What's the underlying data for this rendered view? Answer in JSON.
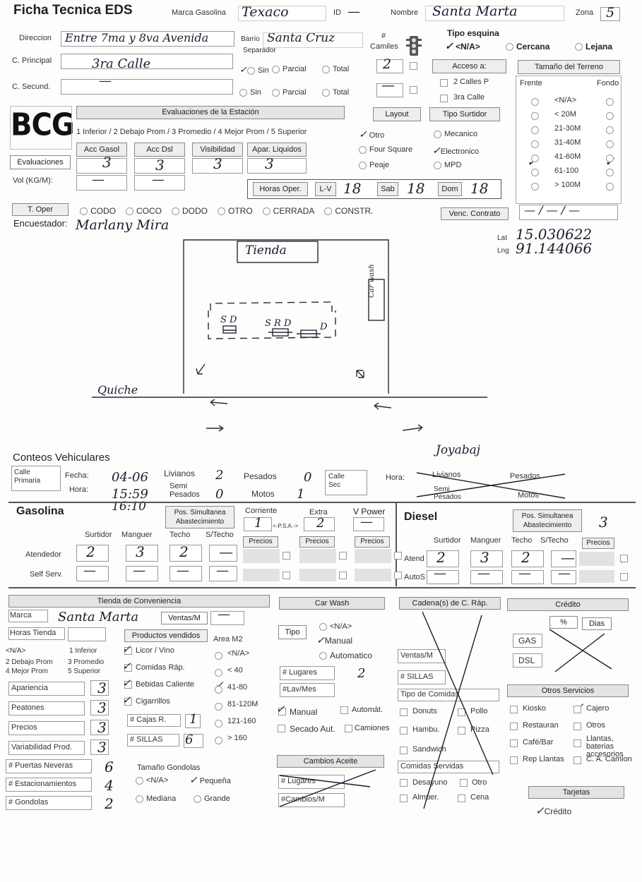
{
  "header": {
    "title": "Ficha Tecnica EDS",
    "marca_label": "Marca Gasolina",
    "marca_value": "Texaco",
    "id_label": "ID",
    "id_value": "—",
    "nombre_label": "Nombre",
    "nombre_value": "Santa Marta",
    "zona_label": "Zona",
    "zona_value": "5"
  },
  "location": {
    "direccion_label": "Direccion",
    "direccion_value": "Entre 7ma y 8va Avenida",
    "barrio_label": "Barrio",
    "barrio_value": "Santa Cruz",
    "principal_label": "C. Principal",
    "principal_value": "3ra Calle",
    "secund_label": "C. Secund.",
    "secund_value": "—",
    "separador_label": "Separador",
    "sep_sin": "Sin",
    "sep_parcial": "Parcial",
    "sep_total": "Total",
    "camiles_label_1": "#",
    "camiles_label_2": "Camiles",
    "camiles_1": "2",
    "camiles_2": "—"
  },
  "tipo_esquina": {
    "label": "Tipo esquina",
    "opt_na": "<N/A>",
    "opt_cercana": "Cercana",
    "opt_lejana": "Lejana"
  },
  "acceso": {
    "label": "Acceso a:",
    "opt1": "2 Calles P",
    "opt2": "3ra Calle"
  },
  "terreno": {
    "label": "Tamaño del Terreno",
    "frente": "Frente",
    "fondo": "Fondo",
    "options": [
      "<N/A>",
      "< 20M",
      "21-30M",
      "31-40M",
      "41-60M",
      "61-100",
      "> 100M"
    ]
  },
  "logo": {
    "text": "BCG"
  },
  "evaluaciones": {
    "header": "Evaluaciones de la Estación",
    "scale": "1 Inferior / 2 Debajo Prom / 3 Promedio / 4 Mejor Prom / 5 Superior",
    "cols": [
      "Acc Gasol",
      "Acc Dsl",
      "Visibilidad",
      "Apar. Liquidos"
    ],
    "row_label": "Evaluaciones",
    "values": [
      "3",
      "3",
      "3",
      "3"
    ],
    "vol_label": "Vol (KG/M):",
    "vol_values": [
      "—",
      "—"
    ]
  },
  "layout": {
    "label": "Layout",
    "opt1": "Otro",
    "opt2": "Four Square",
    "opt3": "Peaje"
  },
  "surtidor": {
    "label": "Tipo Surtidor",
    "opt1": "Mecanico",
    "opt2": "Electronico",
    "opt3": "MPD"
  },
  "horas": {
    "label": "Horas Oper.",
    "lv_label": "L-V",
    "lv": "18",
    "sab_label": "Sab",
    "sab": "18",
    "dom_label": "Dom",
    "dom": "18"
  },
  "toper": {
    "label": "T. Oper",
    "options": [
      "CODO",
      "COCO",
      "DODO",
      "OTRO",
      "CERRADA",
      "CONSTR."
    ],
    "venc_label": "Venc. Contrato",
    "venc_value": "— / — / —"
  },
  "encuestador": {
    "label": "Encuestador:",
    "value": "Marlany Mira"
  },
  "coords": {
    "lat_label": "Lat",
    "lat": "15.030622",
    "lng_label": "Lng",
    "lng": "91.144066"
  },
  "sketch": {
    "tienda": "Tienda",
    "car_wash": "Car wash",
    "street1": "Quiche",
    "street2": "Joyabaj",
    "pumps": [
      "S D",
      "S R D",
      "D"
    ]
  },
  "conteos": {
    "title": "Conteos Vehiculares",
    "calle_primaria": "Calle Primaria",
    "fecha_label": "Fecha:",
    "fecha": "04-06",
    "hora_label": "Hora:",
    "hora": "15:59",
    "hora2": "16:10",
    "livianos_label": "Livianos",
    "livianos": "2",
    "semi_label": "Semi Pesados",
    "semi": "0",
    "pesados_label": "Pesados",
    "pesados": "0",
    "motos_label": "Motos",
    "motos": "1",
    "calle_sec": "Calle Sec",
    "hora_sec_label": "Hora:",
    "sec_livianos": "Livianos",
    "sec_pesados": "Pesados",
    "sec_semi": "Semi Pesados",
    "sec_motos": "Motos"
  },
  "gasolina": {
    "title": "Gasolina",
    "pos_sim": "Pos. Simultanea Abastecimiento",
    "corriente": "Corriente",
    "extra": "Extra",
    "vpower": "V Power",
    "corriente_val": "1",
    "psa": "<-P.S.A.->",
    "extra_val": "2",
    "vpower_val": "—",
    "cols": [
      "Surtidor",
      "Manguer",
      "Techo",
      "S/Techo"
    ],
    "precios": "Precios",
    "atendedor_label": "Atendedor",
    "atendedor": [
      "2",
      "3",
      "2",
      "—"
    ],
    "self_label": "Self Serv.",
    "self": [
      "—",
      "—",
      "—",
      "—"
    ]
  },
  "diesel": {
    "title": "Diesel",
    "pos_sim": "Pos. Simultanea Abastecimiento",
    "pos_val": "3",
    "cols": [
      "Surtidor",
      "Manguer",
      "Techo",
      "S/Techo"
    ],
    "precios": "Precios",
    "atend_label": "Atend",
    "atend": [
      "2",
      "3",
      "2",
      "—"
    ],
    "autos_label": "AutoS",
    "autos": [
      "—",
      "—",
      "—",
      "—"
    ]
  },
  "tienda": {
    "header": "Tienda de Conveniencia",
    "marca_label": "Marca",
    "marca_value": "Santa Marta",
    "ventas_label": "Ventas/M",
    "ventas_value": "—",
    "horas_label": "Horas Tienda",
    "scale_1": "<N/A>",
    "scale_2": "1 Inferior",
    "scale_3": "2 Debajo Prom",
    "scale_4": "3 Promedio",
    "scale_5": "4 Mejor Prom",
    "scale_6": "5 Superior",
    "productos_label": "Productos vendidos",
    "productos": [
      "Licor / Vino",
      "Comidas Ráp.",
      "Bebidas Caliente",
      "Cigarrillos"
    ],
    "area_label": "Area M2",
    "areas": [
      "<N/A>",
      "< 40",
      "41-80",
      "81-120M",
      "121-160",
      "> 160"
    ],
    "ratings": [
      {
        "label": "Apariencia",
        "value": "3"
      },
      {
        "label": "Peatones",
        "value": "3"
      },
      {
        "label": "Precios",
        "value": "3"
      },
      {
        "label": "Variabilidad Prod.",
        "value": "3"
      }
    ],
    "cajas_label": "# Cajas R.",
    "cajas_value": "1",
    "sillas_label": "# SILLAS",
    "sillas_value": "6",
    "counts": [
      {
        "label": "# Puertas Neveras",
        "value": "6"
      },
      {
        "label": "# Estacionamientos",
        "value": "4"
      },
      {
        "label": "# Gondolas",
        "value": "2"
      }
    ],
    "gondolas_label": "Tamaño Gondolas",
    "gondolas": [
      "<N/A>",
      "Pequeña",
      "Mediana",
      "Grande"
    ]
  },
  "car_wash": {
    "header": "Car Wash",
    "tipo_label": "Tipo",
    "tipo_opts": [
      "<N/A>",
      "Manual",
      "Automatico"
    ],
    "lugares_label": "# Lugares",
    "lugares_value": "2",
    "lav_label": "#Lav/Mes",
    "chk": [
      "Manual",
      "Automát.",
      "Secado Aut.",
      "Camiones"
    ],
    "aceite_header": "Cambios Aceite",
    "aceite_lugares": "# Lugares",
    "aceite_cambios": "#Cambios/M"
  },
  "cadena": {
    "header": "Cadena(s) de C. Ráp.",
    "ventas": "Ventas/M",
    "sillas": "# SILLAS",
    "tipo": "Tipo de Comidas",
    "tipos": [
      "Donuts",
      "Pollo",
      "Hambu.",
      "Pizza",
      "Sandwich"
    ],
    "servidas": "Comidas Servidas",
    "servidas_opts": [
      "Desayuno",
      "Otro",
      "Almuer.",
      "Cena"
    ]
  },
  "credito": {
    "header": "Crédito",
    "pct": "%",
    "dias": "Dias",
    "gas": "GAS",
    "dsl": "DSL",
    "otros_header": "Otros Servicios",
    "otros": [
      "Kiosko",
      "Cajero",
      "Restauran",
      "Otros",
      "Café/Bar",
      "Llantas, baterias accesorios",
      "Rep Llantas",
      "C. A. Camion"
    ],
    "tarjetas_header": "Tarjetas",
    "tarjetas_value": "Crédito"
  }
}
